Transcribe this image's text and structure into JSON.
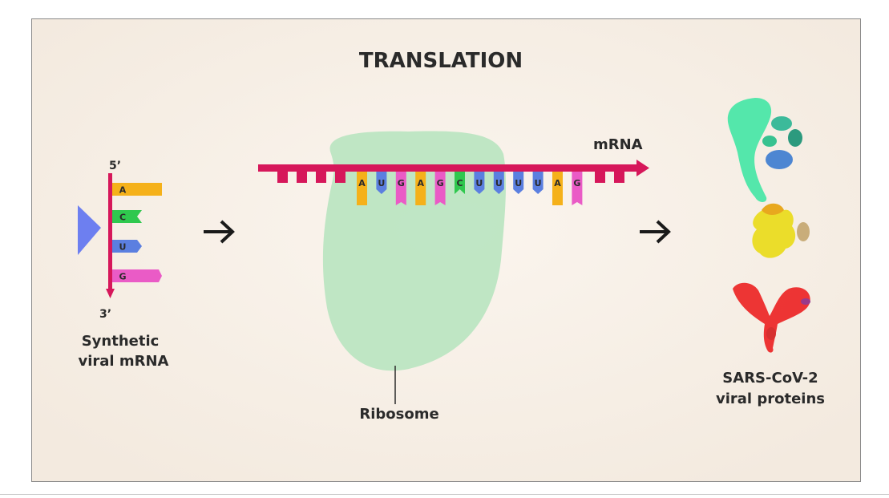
{
  "title": "TRANSLATION",
  "colors": {
    "background": "#f7efe6",
    "strand": "#d6175a",
    "ribosome": "#b8e4c0",
    "text": "#2a2a2a",
    "A": "#f5b11a",
    "C": "#2fc84e",
    "U": "#5b7fe0",
    "G": "#ea5bc6",
    "cap": "#6d7ff0"
  },
  "synthetic": {
    "five_prime": "5’",
    "three_prime": "3’",
    "bases": [
      "A",
      "C",
      "U",
      "G"
    ],
    "label_line1": "Synthetic",
    "label_line2": "viral mRNA"
  },
  "mrna": {
    "label": "mRNA",
    "codons": [
      "A",
      "U",
      "G",
      "A",
      "G",
      "C",
      "U",
      "U",
      "U",
      "U",
      "A",
      "G"
    ]
  },
  "ribosome": {
    "label": "Ribosome"
  },
  "proteins": {
    "label_line1": "SARS-CoV-2",
    "label_line2": "viral proteins"
  }
}
